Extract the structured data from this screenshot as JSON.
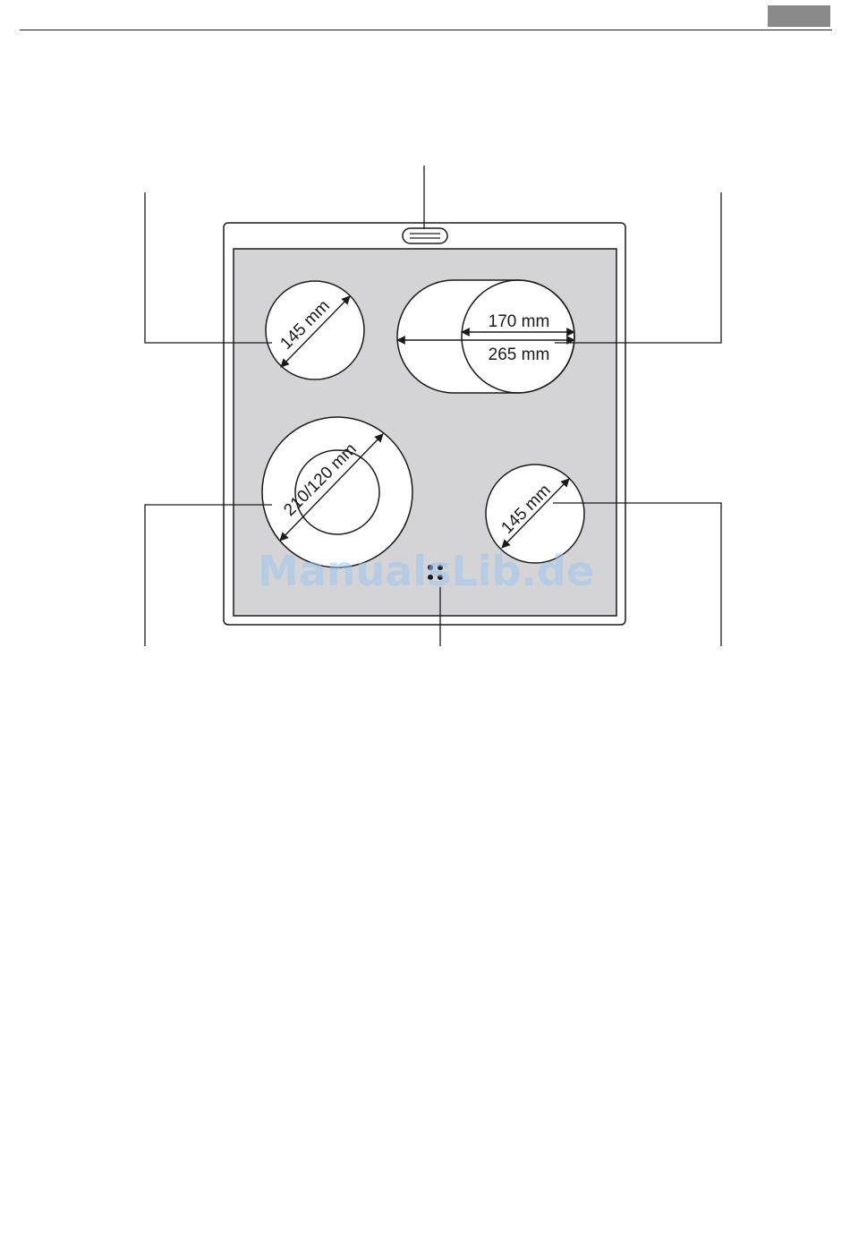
{
  "labels": {
    "zone_rear_left": "145 mm",
    "zone_rear_right_inner": "170 mm",
    "zone_rear_right_outer": "265 mm",
    "zone_front_left": "210/120 mm",
    "zone_front_right": "145 mm"
  },
  "watermark": "ManualsLib.de",
  "colors": {
    "cooktop_surface": "#d4d4d6",
    "cooking_zone": "#ffffff",
    "line": "#1a1a1a",
    "header_tab": "#8a8a8a"
  }
}
